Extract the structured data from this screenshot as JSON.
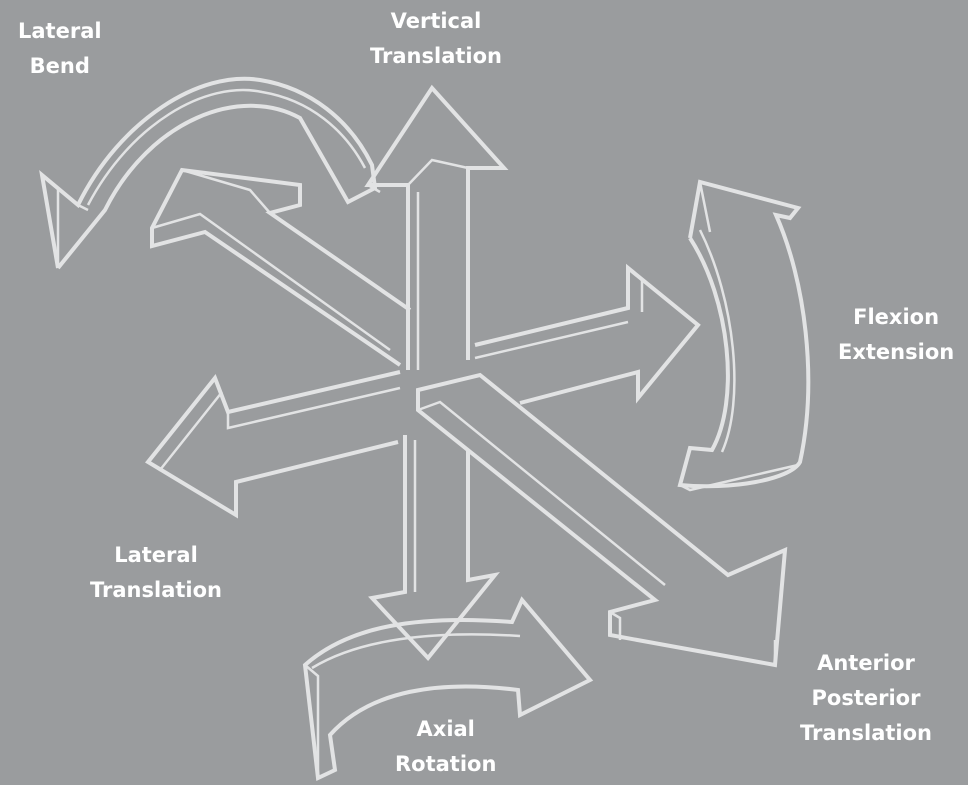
{
  "labels": {
    "lateral_bend": [
      "Lateral",
      "Bend"
    ],
    "vertical_translation": [
      "Vertical",
      "Translation"
    ],
    "flexion_extension": [
      "Flexion",
      "Extension"
    ],
    "lateral_translation": [
      "Lateral",
      "Translation"
    ],
    "anterior_posterior_translation": [
      "Anterior",
      "Posterior",
      "Translation"
    ],
    "axial_rotation": [
      "Axial",
      "Rotation"
    ]
  },
  "colors": {
    "background": "#9a9c9e",
    "outline": "#e2e3e4",
    "text": "#ffffff"
  }
}
